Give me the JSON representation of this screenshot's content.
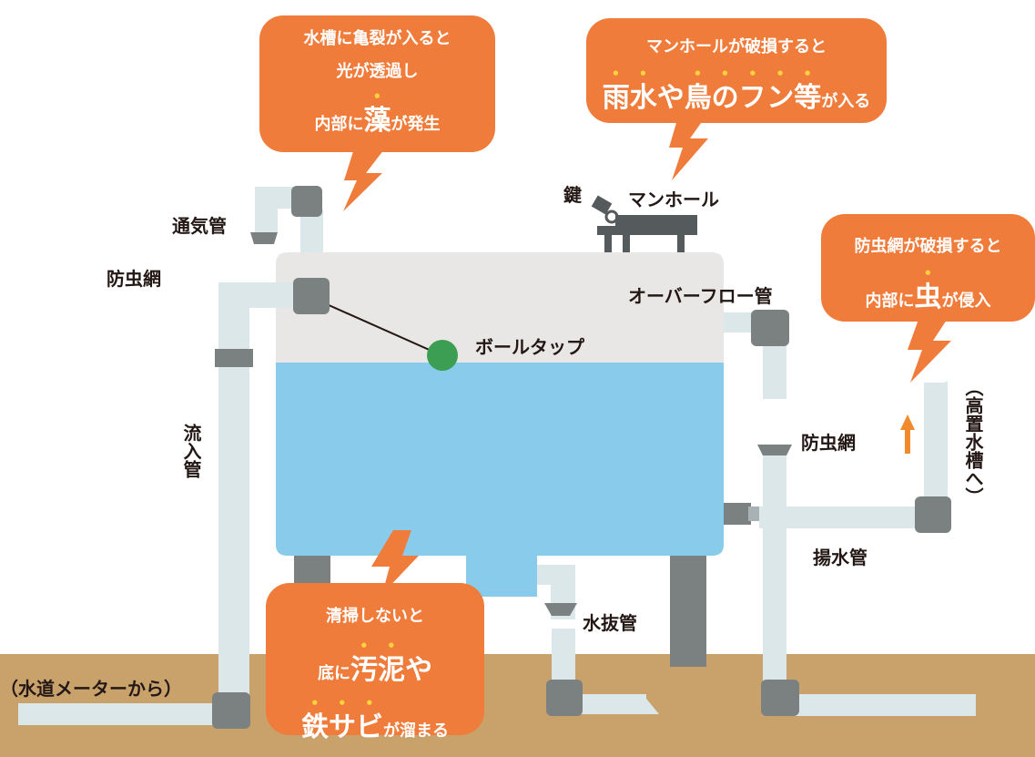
{
  "colors": {
    "ground": "#c8a16b",
    "water": "#88cbea",
    "tank_top": "#e9e7e5",
    "pipe": "#dce7ea",
    "joint": "#7b8081",
    "float_ball": "#3c9e52",
    "bubble": "#f07c3c",
    "emphasis_dot": "#ffd33d"
  },
  "labels": {
    "vent_pipe": "通気管",
    "insect_net_left": "防虫網",
    "inflow_pipe": "流入管",
    "water_meter": "（水道メーターから）",
    "key": "鍵",
    "manhole": "マンホール",
    "overflow_pipe": "オーバーフロー管",
    "ball_tap": "ボールタップ",
    "insect_net_right": "防虫網",
    "pumping_pipe": "揚水管",
    "to_elevated_tank": "（高置水槽へ）",
    "drain_pipe": "水抜管"
  },
  "bubbles": {
    "algae": {
      "line1": "水槽に亀裂が入ると",
      "line2": "光が透過し",
      "line3_pre": "内部に",
      "line3_em": "藻",
      "line3_post": "が発生"
    },
    "manhole": {
      "line1": "マンホールが破損すると",
      "line2_em1": "雨水",
      "line2_mid": "や",
      "line2_em2": "鳥のフン等",
      "line2_post": "が入る"
    },
    "insect": {
      "line1": "防虫網が破損すると",
      "line2_pre": "内部に",
      "line2_em": "虫",
      "line2_post": "が侵入"
    },
    "sludge": {
      "line1": "清掃しないと",
      "line2_pre": "底に",
      "line2_em1": "汚泥",
      "line2_em2": "や",
      "line3_em": "鉄サビ",
      "line3_post": "が溜まる"
    }
  }
}
